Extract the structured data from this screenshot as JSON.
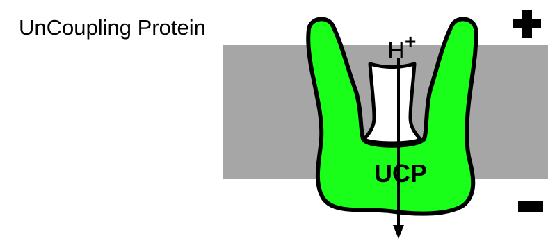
{
  "title": "UnCoupling Protein",
  "ion_label": "H",
  "ion_charge": "+",
  "protein_label": "UCP",
  "outside_charge": "+",
  "inside_charge": "−",
  "colors": {
    "membrane": "#a6a6a6",
    "protein": "#1aff1a",
    "outline": "#000000",
    "background": "#ffffff"
  }
}
